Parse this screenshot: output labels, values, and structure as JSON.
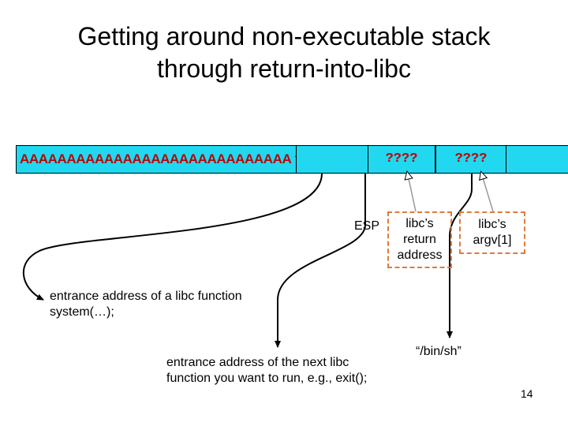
{
  "slide": {
    "title_line1": "Getting around non-executable stack",
    "title_line2": "through return-into-libc",
    "page_number": "14"
  },
  "stack": {
    "fill_text": "AAAAAAAAAAAAAAAAAAAAAAAAAAAAA",
    "slot1": "????",
    "slot2": "????",
    "slot3": "????"
  },
  "labels": {
    "esp": "ESP",
    "libc_return_line1": "libc’s",
    "libc_return_line2": "return",
    "libc_return_line3": "address",
    "libc_argv_line1": "libc’s",
    "libc_argv_line2": "argv[1]",
    "system_line1": "entrance address of a libc function",
    "system_line2": "system(…);",
    "next_line1": "entrance address of the next libc",
    "next_line2": "function you want to run, e.g., exit();",
    "binsh": "“/bin/sh”"
  },
  "colors": {
    "stack_bg": "#21d8f0",
    "fill_text": "#c00000",
    "dashed_border": "#e07a3a"
  }
}
